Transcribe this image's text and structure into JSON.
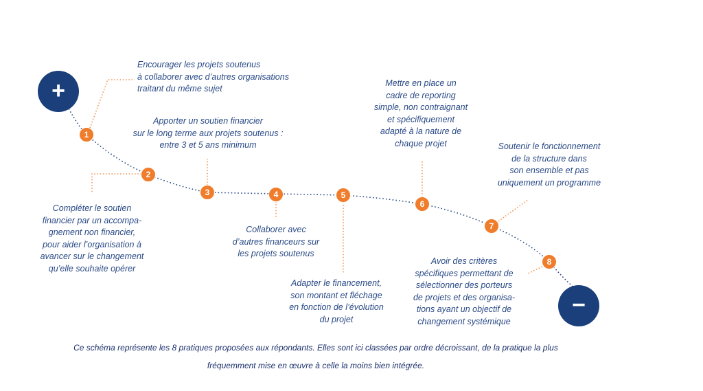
{
  "diagram": {
    "start_symbol": "+",
    "end_symbol": "−",
    "colors": {
      "navy": "#1a3f7a",
      "orange": "#ef7d2c",
      "text": "#2a4a86"
    },
    "practices": [
      {
        "number": "1",
        "text": "Encourager les projets soutenus\nà collaborer avec d’autres organisations\ntraitant du même sujet"
      },
      {
        "number": "2",
        "text": "Compléter le soutien\nfinancier par un accompa-\ngnement non financier,\npour aider l’organisation à\navancer sur le changement\nqu’elle souhaite opérer"
      },
      {
        "number": "3",
        "text": "Apporter un soutien financier\nsur le long terme aux projets soutenus :\nentre 3 et 5 ans minimum"
      },
      {
        "number": "4",
        "text": "Collaborer avec\nd’autres financeurs sur\nles projets soutenus"
      },
      {
        "number": "5",
        "text": "Adapter le financement,\nson montant et fléchage\nen fonction de l’évolution\ndu projet"
      },
      {
        "number": "6",
        "text": "Mettre en place un\ncadre de reporting\nsimple, non contraignant\net spécifiquement\nadapté à la nature de\nchaque projet"
      },
      {
        "number": "7",
        "text": "Soutenir le fonctionnement\nde la structure dans\nson ensemble et pas\nuniquement un programme"
      },
      {
        "number": "8",
        "text": "Avoir des critères\nspécifiques permettant de\nsélectionner des porteurs\nde projets et des organisa-\ntions ayant un objectif de\nchangement systémique"
      }
    ]
  },
  "caption": {
    "line1": "Ce schéma représente les 8 pratiques proposées aux répondants. Elles sont ici classées par ordre décroissant, de la pratique la plus",
    "line2": "fréquemment mise en œuvre à celle la moins bien intégrée."
  }
}
